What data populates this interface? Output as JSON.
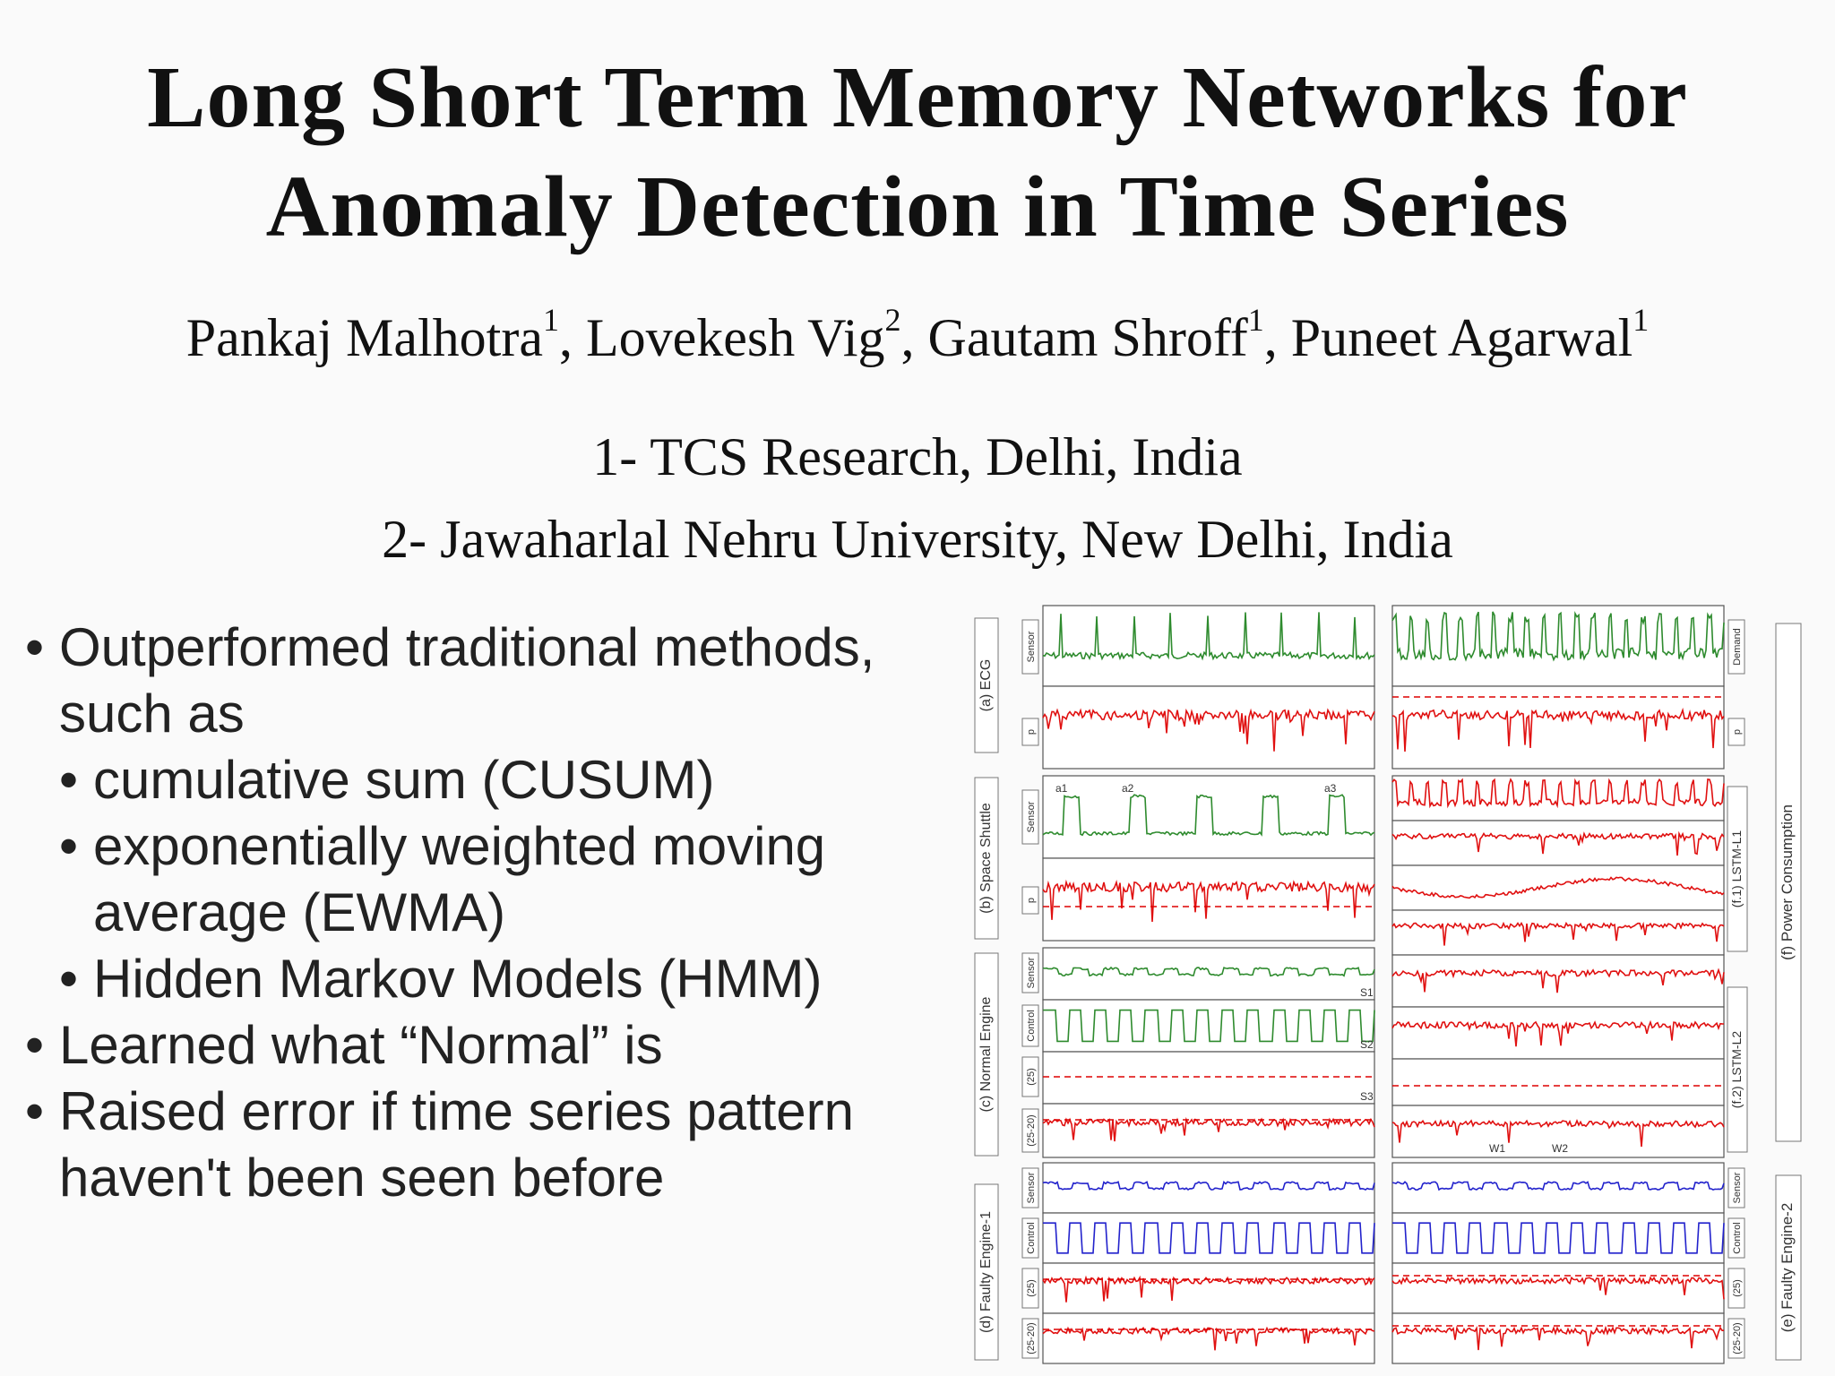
{
  "title": {
    "line1": "Long Short Term Memory Networks for",
    "line2": "Anomaly Detection in Time Series"
  },
  "authors": [
    {
      "name": "Pankaj Malhotra",
      "sup": "1",
      "sep": ", "
    },
    {
      "name": "Lovekesh Vig",
      "sup": "2",
      "sep": ", "
    },
    {
      "name": "Gautam Shroff",
      "sup": "1",
      "sep": ", "
    },
    {
      "name": "Puneet Agarwal",
      "sup": "1",
      "sep": ""
    }
  ],
  "affiliations": {
    "a1": "1- TCS Research, Delhi, India",
    "a2": "2- Jawaharlal Nehru University, New Delhi, India"
  },
  "bullets": {
    "b1": "Outperformed traditional methods, such as",
    "b1a": "cumulative sum (CUSUM)",
    "b1b": "exponentially weighted moving average (EWMA)",
    "b1c": "Hidden Markov Models (HMM)",
    "b2": "Learned what “Normal” is",
    "b3": "Raised error if time series pattern haven't been seen before"
  },
  "figure": {
    "panels": {
      "a": "(a) ECG",
      "b": "(b) Space Shuttle",
      "c": "(c) Normal Engine",
      "d": "(d) Faulty Engine-1",
      "e": "(e) Faulty Engine-2",
      "f": "(f) Power  Consumption",
      "f1": "(f.1) LSTM-L1",
      "f2": "(f.2) LSTM-L2"
    },
    "row_labels": {
      "sensor": "Sensor",
      "p": "p",
      "demand": "Demand",
      "control": "Control",
      "p25": "(25)",
      "p2520": "(25-20)"
    },
    "marks": {
      "a1": "a1",
      "a2": "a2",
      "a3": "a3",
      "s1": "S1",
      "s2": "S2",
      "s3": "S3",
      "w1": "W1",
      "w2": "W2"
    }
  }
}
